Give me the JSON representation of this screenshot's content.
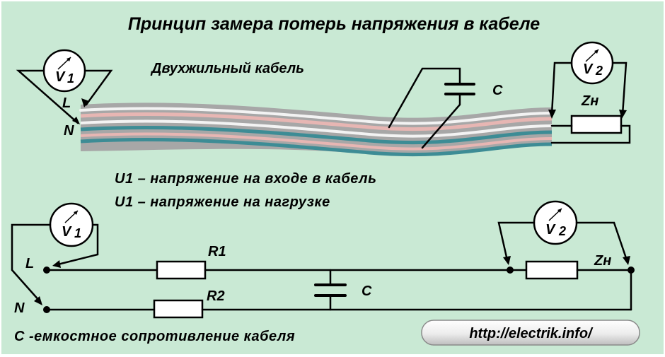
{
  "title": "Принцип замера потерь напряжения в кабеле",
  "cable": {
    "label": "Двухжильный кабель",
    "capacitor_label": "C",
    "voltmeter_in": "V",
    "voltmeter_in_sub": "1",
    "voltmeter_out": "V",
    "voltmeter_out_sub": "2",
    "load_label": "Zн",
    "terminal_l": "L",
    "terminal_n": "N"
  },
  "legend": {
    "line1": "U1 – напряжение на входе в кабель",
    "line2": "U1 – напряжение на нагрузке"
  },
  "circuit": {
    "voltmeter_in": "V",
    "voltmeter_in_sub": "1",
    "voltmeter_out": "V",
    "voltmeter_out_sub": "2",
    "terminal_l": "L",
    "terminal_n": "N",
    "r1": "R1",
    "r2": "R2",
    "capacitor_label": "C",
    "load_label": "Zн"
  },
  "footer": {
    "note": "C -емкостное сопротивление кабеля",
    "url": "http://electrik.info/"
  },
  "colors": {
    "background": "#c9e9d4",
    "cable_gray": "#a7a7a7",
    "core_pink": "#e7b6b3",
    "core_teal": "#3d8c95"
  }
}
